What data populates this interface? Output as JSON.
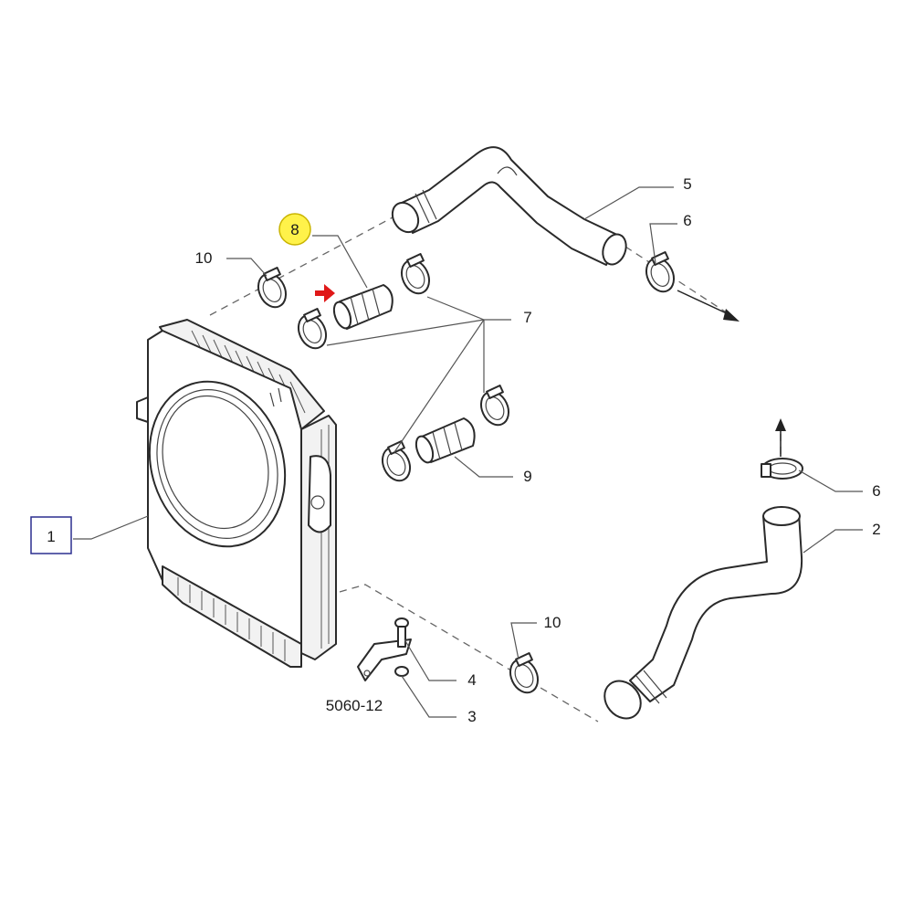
{
  "diagram": {
    "drawing_code": "5060-12",
    "callouts": [
      {
        "id": "c1",
        "text": "1",
        "boxed": true
      },
      {
        "id": "c2",
        "text": "2"
      },
      {
        "id": "c3",
        "text": "3"
      },
      {
        "id": "c4",
        "text": "4"
      },
      {
        "id": "c5",
        "text": "5"
      },
      {
        "id": "c6a",
        "text": "6"
      },
      {
        "id": "c6b",
        "text": "6"
      },
      {
        "id": "c7",
        "text": "7"
      },
      {
        "id": "c8",
        "text": "8",
        "highlighted": true
      },
      {
        "id": "c9",
        "text": "9"
      },
      {
        "id": "c10a",
        "text": "10"
      },
      {
        "id": "c10b",
        "text": "10"
      }
    ],
    "colors": {
      "highlight": "#fff24a",
      "highlight_stroke": "#c9b400",
      "pointer_arrow": "#e01818",
      "callout_box": "#2b2f8f",
      "line": "#2a2a2a"
    }
  }
}
